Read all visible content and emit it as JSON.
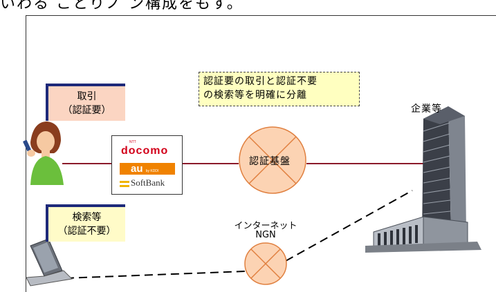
{
  "top_caption": "いわる ことりノ ン構成をもす。",
  "callout": {
    "line1": "認証要の取引と認証不要",
    "line2": "の検索等を明確に分離"
  },
  "labels": {
    "transaction": {
      "line1": "取引",
      "line2": "（認証要）"
    },
    "search": {
      "line1": "検索等",
      "line2": "（認証不要）"
    }
  },
  "nodes": {
    "auth": "認証基盤",
    "internet_line1": "インターネット",
    "internet_line2": "NGN"
  },
  "enterprise_label": "企業等",
  "carriers": {
    "docomo_tag": "NTT",
    "docomo": "docomo",
    "au": "au",
    "au_sub": "by KDDI",
    "softbank": "SoftBank"
  },
  "colors": {
    "solid_line": "#8b1a2b",
    "node_fill": "#fcd3b3",
    "node_stroke": "#e08040",
    "label_bg": "#fbd5c2",
    "label_border": "#1e2a7a",
    "callout_bg": "#ffffc0"
  },
  "icons": [
    "woman-phone-icon",
    "laptop-icon",
    "skyscraper-icon"
  ]
}
